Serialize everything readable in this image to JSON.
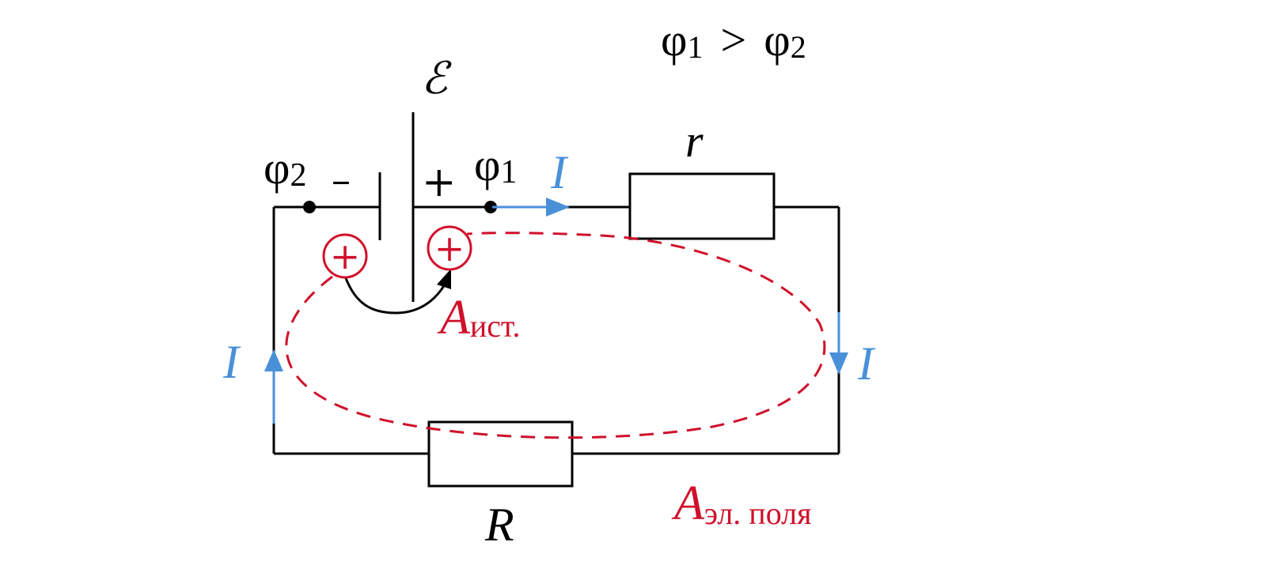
{
  "condition": {
    "phi_a": "φ",
    "sub_a": "1",
    "op": ">",
    "phi_b": "φ",
    "sub_b": "2"
  },
  "emf_symbol": "ℰ",
  "terminal_minus": {
    "phi": "φ",
    "sub": "2",
    "sign": "–"
  },
  "terminal_plus": {
    "phi": "φ",
    "sub": "1",
    "sign": "+"
  },
  "current_label": "I",
  "resistor_internal": "r",
  "resistor_external": "R",
  "charge_symbol": "+",
  "work_source": {
    "main": "A",
    "sub": "ист."
  },
  "work_field": {
    "main": "A",
    "sub": "эл. поля"
  },
  "colors": {
    "wire": "#000000",
    "current": "#4a90d9",
    "charge": "#d0102a",
    "background": "#ffffff"
  }
}
